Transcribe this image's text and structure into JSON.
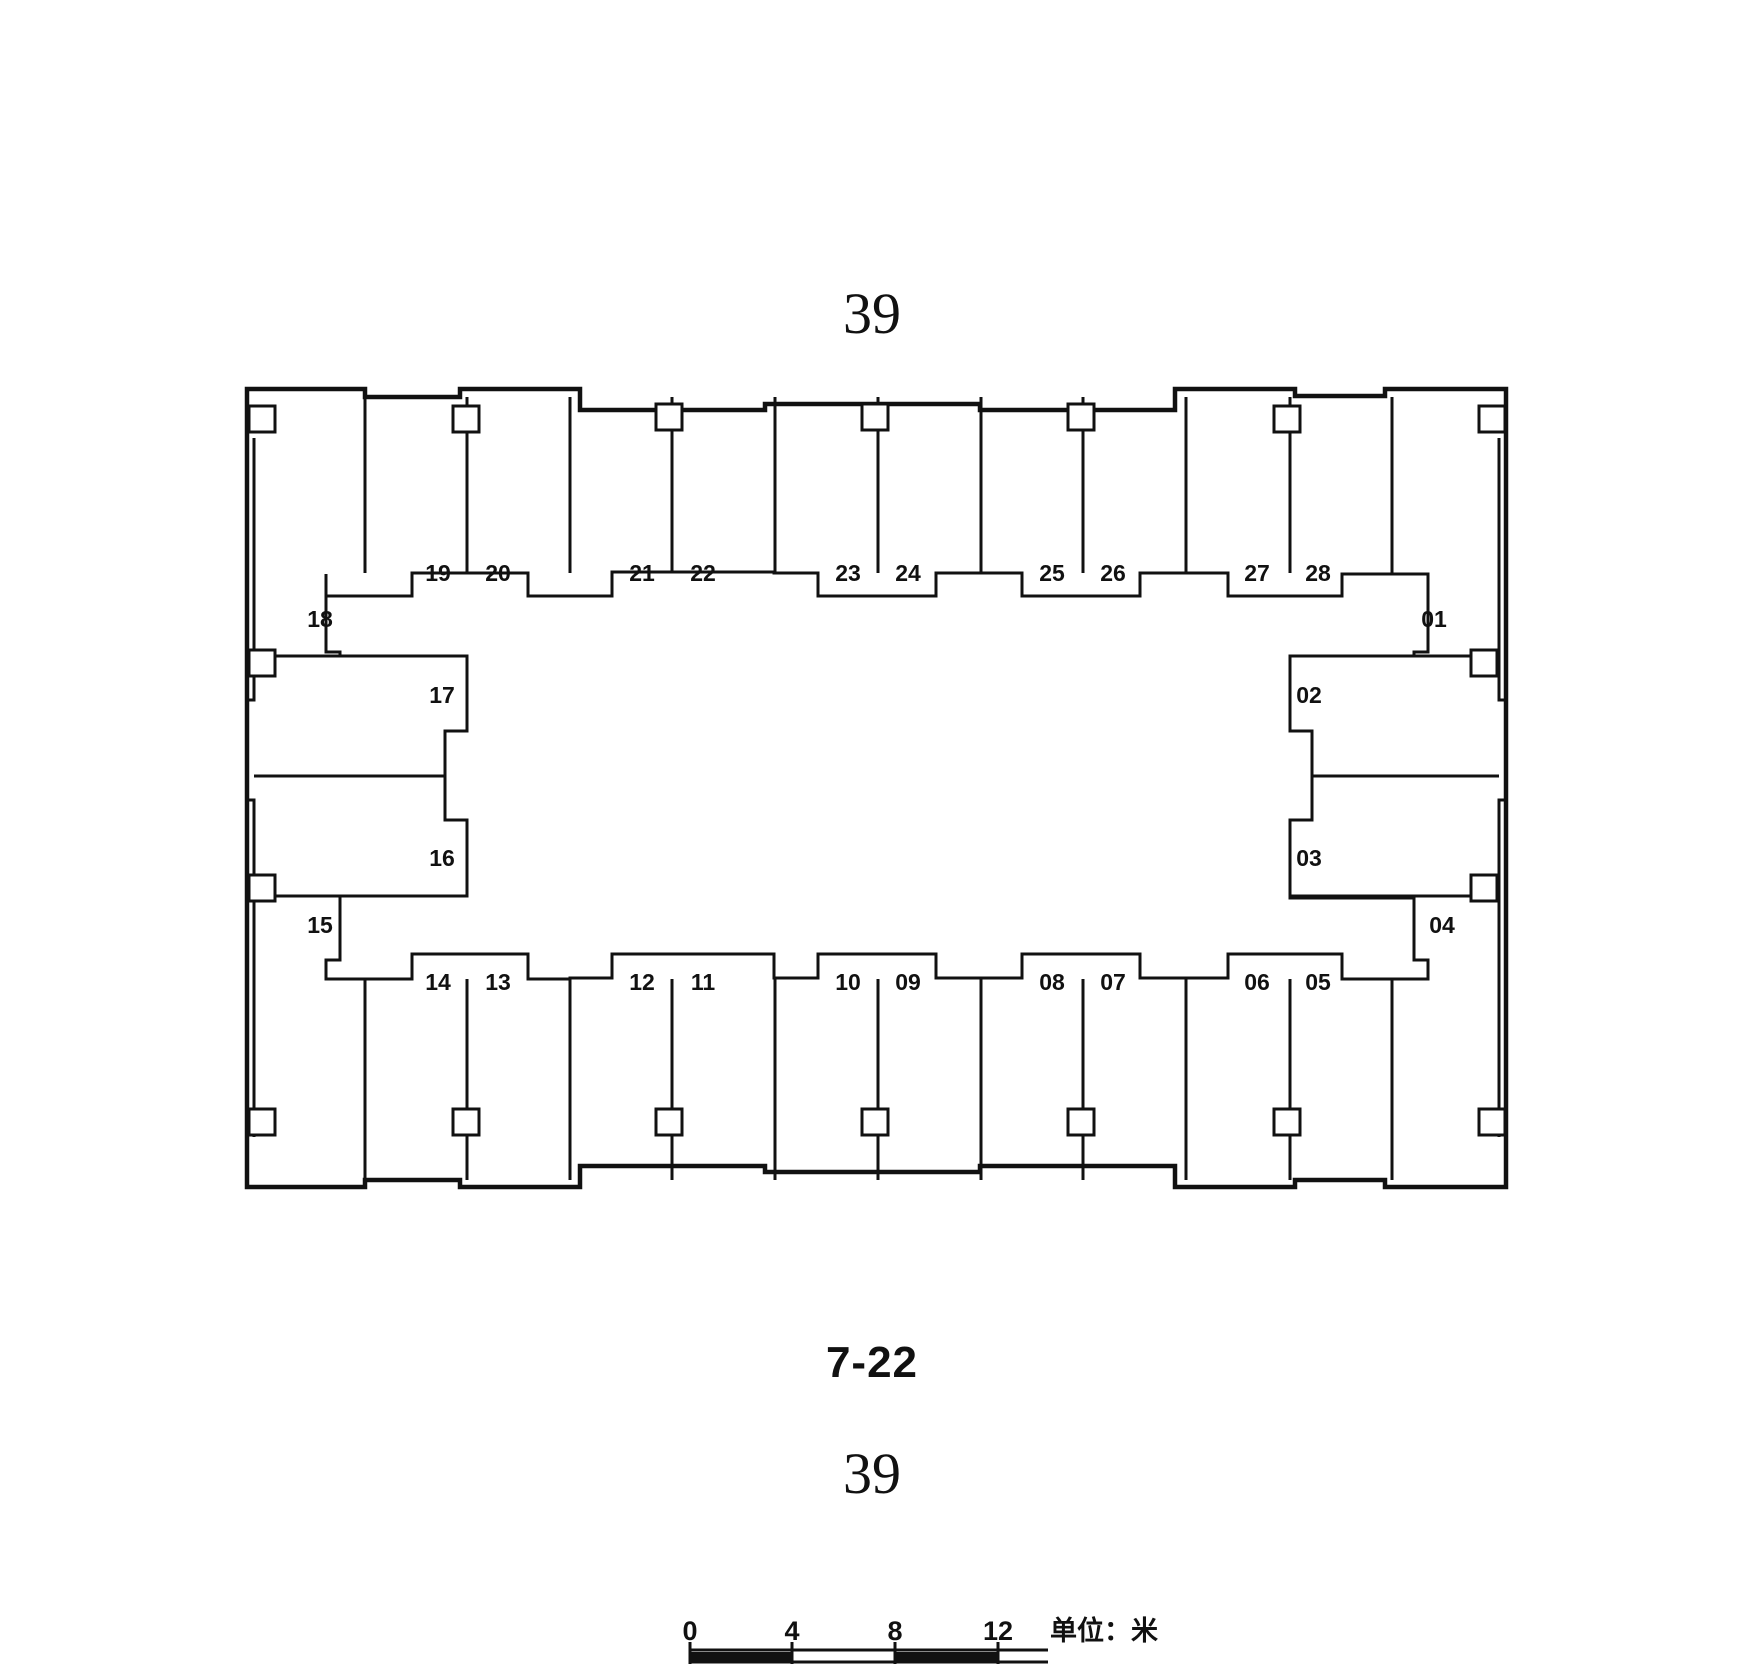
{
  "page_top_label": "39",
  "floor_label": "7-22",
  "page_bottom_label": "39",
  "units": {
    "top": [
      "19",
      "20",
      "21",
      "22",
      "23",
      "24",
      "25",
      "26",
      "27",
      "28"
    ],
    "left_upper": "18",
    "right_upper": "01",
    "left_mid_upper": "17",
    "right_mid_upper": "02",
    "left_mid_lower": "16",
    "right_mid_lower": "03",
    "left_lower": "15",
    "right_lower": "04",
    "bottom": [
      "14",
      "13",
      "12",
      "11",
      "10",
      "09",
      "08",
      "07",
      "06",
      "05"
    ]
  },
  "scale_bar": {
    "ticks": [
      "0",
      "4",
      "8",
      "12"
    ],
    "unit_label": "单位：米"
  }
}
